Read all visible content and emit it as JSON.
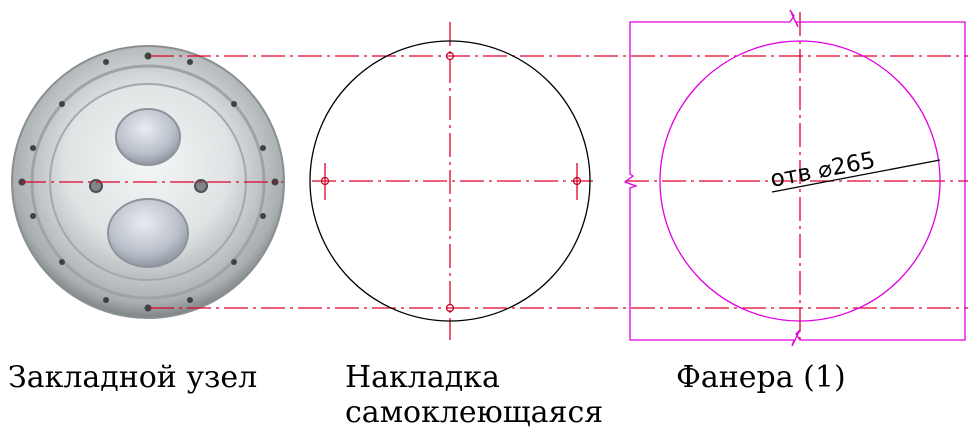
{
  "captions": {
    "embedded_unit": "Закладной узел",
    "overlay_line1": "Накладка",
    "overlay_line2": "самоклеющаяся",
    "plywood": "Фанера (1)"
  },
  "dimension": {
    "text": "отв ⌀265"
  },
  "colors": {
    "centerline": "#e0002a",
    "plywood": "#e000e0",
    "outline": "#000000",
    "metal": "#c9cfd2"
  }
}
